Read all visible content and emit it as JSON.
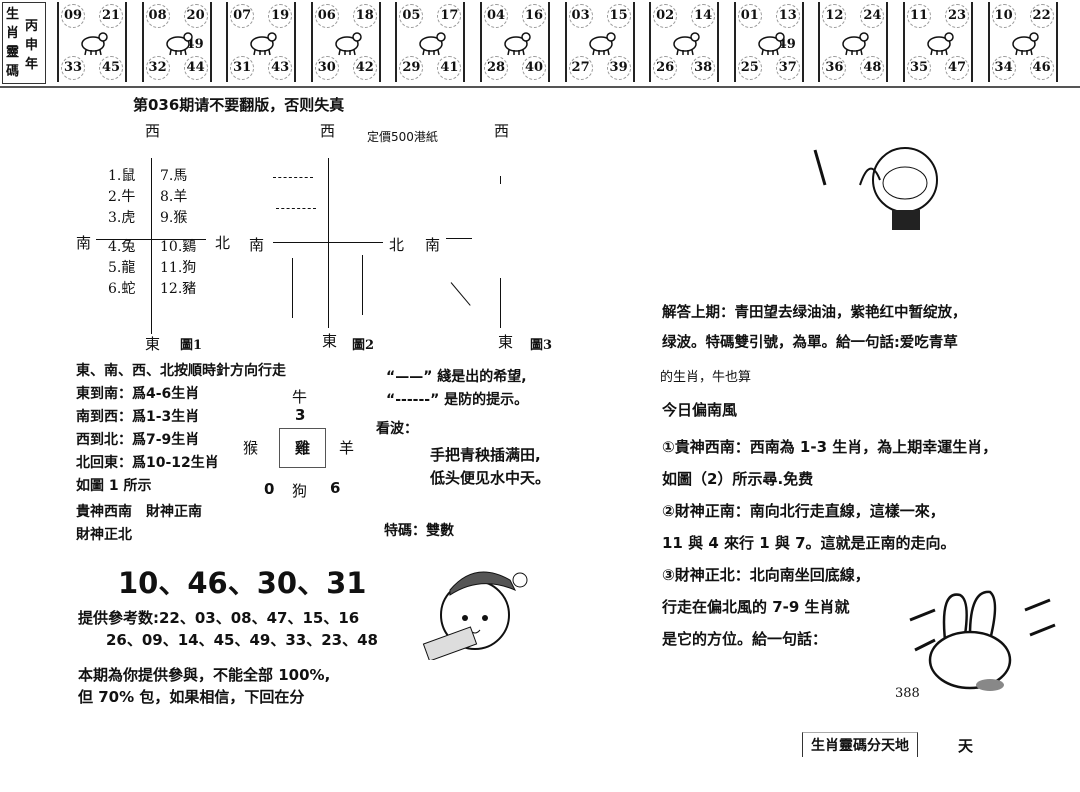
{
  "header": {
    "label_main": "生肖靈碼",
    "label_year": "丙申年",
    "cells": [
      {
        "animal": "ox",
        "nums": [
          "09",
          "21",
          "33",
          "45"
        ],
        "extra": ""
      },
      {
        "animal": "tiger",
        "nums": [
          "08",
          "20",
          "32",
          "44"
        ],
        "extra": "49"
      },
      {
        "animal": "rabbit",
        "nums": [
          "07",
          "19",
          "31",
          "43"
        ],
        "extra": ""
      },
      {
        "animal": "dragon",
        "nums": [
          "06",
          "18",
          "30",
          "42"
        ],
        "extra": ""
      },
      {
        "animal": "snake",
        "nums": [
          "05",
          "17",
          "29",
          "41"
        ],
        "extra": ""
      },
      {
        "animal": "horse",
        "nums": [
          "04",
          "16",
          "28",
          "40"
        ],
        "extra": ""
      },
      {
        "animal": "goat",
        "nums": [
          "03",
          "15",
          "27",
          "39"
        ],
        "extra": ""
      },
      {
        "animal": "monkey",
        "nums": [
          "02",
          "14",
          "26",
          "38"
        ],
        "extra": ""
      },
      {
        "animal": "rooster",
        "nums": [
          "01",
          "13",
          "25",
          "37"
        ],
        "extra": "49"
      },
      {
        "animal": "dog",
        "nums": [
          "12",
          "24",
          "36",
          "48"
        ],
        "extra": ""
      },
      {
        "animal": "pig",
        "nums": [
          "11",
          "23",
          "35",
          "47"
        ],
        "extra": ""
      },
      {
        "animal": "rat",
        "nums": [
          "10",
          "22",
          "34",
          "46"
        ],
        "extra": ""
      }
    ]
  },
  "issue_title": "第036期请不要翻版，否则失真",
  "price": "定價500港紙",
  "diagram": {
    "west": "西",
    "east": "東",
    "south": "南",
    "north": "北",
    "fig1": "圖1",
    "fig2": "圖2",
    "fig3": "圖3",
    "left_col": [
      "1.鼠",
      "2.牛",
      "3.虎",
      "4.兔",
      "5.龍",
      "6.蛇"
    ],
    "right_col": [
      "7.馬",
      "8.羊",
      "9.猴",
      "10.鷄",
      "11.狗",
      "12.豬"
    ]
  },
  "rules": [
    "東、南、西、北按順時針方向行走",
    "東到南：爲4-6生肖",
    "南到西：爲1-3生肖",
    "西到北：爲7-9生肖",
    "北回東：爲10-12生肖",
    "如圖 1 所示",
    "貴神西南　財神正南",
    "財神正北"
  ],
  "mini": {
    "top": "牛",
    "num_top": "3",
    "left": "猴",
    "center": "雞",
    "right": "羊",
    "num_left": "0",
    "bottom": "狗",
    "num_right": "6"
  },
  "legend": [
    "“——” 綫是出的希望,",
    "“------” 是防的提示。"
  ],
  "wave_label": "看波：",
  "poem": [
    "手把青秧插满田,",
    "低头便见水中天。"
  ],
  "special": "特碼：雙數",
  "main_numbers": "10、46、30、31",
  "ref_line1": "提供參考数:22、03、08、47、15、16",
  "ref_line2": "26、09、14、45、49、33、23、48",
  "note": [
    "本期為你提供參與，不能全部 100%,",
    "但 70% 包，如果相信，下回在分"
  ],
  "answer": [
    "解答上期：青田望去绿油油，紫艳红中暂绽放，",
    "绿波。特碼雙引號，為單。給一句話:爱吃青草",
    "的生肖，牛也算"
  ],
  "today": "今日偏南風",
  "points": [
    "①貴神西南：西南為 1-3 生肖，為上期幸運生肖，",
    "如圖（2）所示尋.免费",
    "②財神正南：南向北行走直線，這樣一來，",
    "11 與 4 來行 1 與 7。這就是正南的走向。",
    "③財神正北：北向南坐回底線，",
    "行走在偏北風的 7-9 生肖就",
    "是它的方位。給一句話："
  ],
  "page_no": "388",
  "footer_box": "生肖靈碼分天地",
  "footer_tail": "天"
}
